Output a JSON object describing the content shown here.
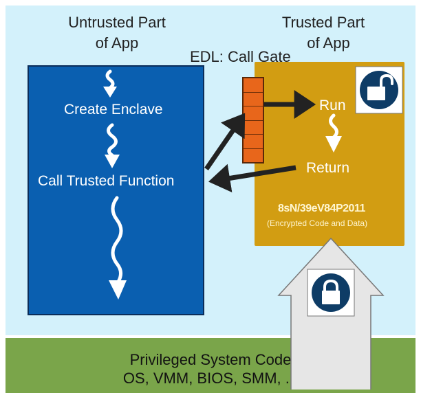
{
  "headings": {
    "untrusted": [
      "Untrusted Part",
      "of App"
    ],
    "trusted": [
      "Trusted Part",
      "of App"
    ],
    "call_gate": "EDL: Call Gate"
  },
  "untrusted": {
    "create_enclave": "Create Enclave",
    "call_trusted_function": "Call Trusted Function"
  },
  "trusted": {
    "run": "Run",
    "return": "Return",
    "code_text": "8sN/39eV84P2011",
    "code_caption": "(Encrypted Code and Data)"
  },
  "system": {
    "line1": "Privileged System Code",
    "line2": "OS, VMM, BIOS, SMM, ..."
  },
  "icons": {
    "trusted_lock": "unlocked-padlock-icon",
    "system_lock": "locked-padlock-icon"
  },
  "colors": {
    "background": "#d3f1fb",
    "untrusted_box": "#0a5fb0",
    "trusted_box": "#d29d12",
    "call_gate": "#e8661b",
    "system_bar": "#7aa54a"
  }
}
